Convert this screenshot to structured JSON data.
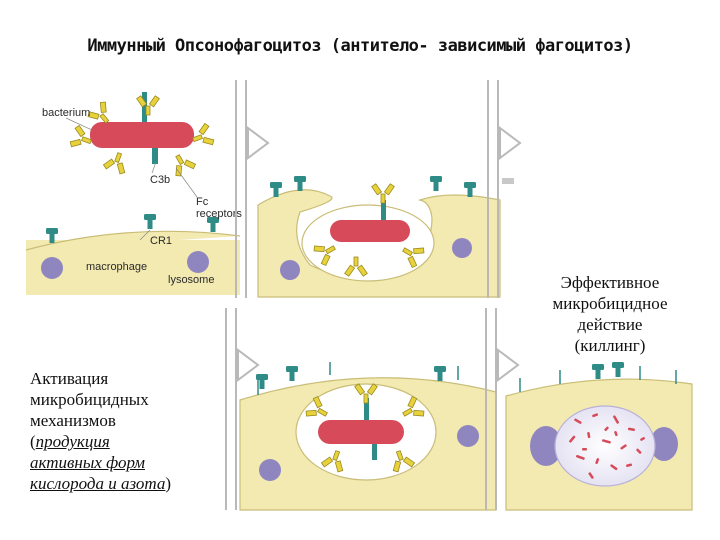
{
  "title": "Иммунный Опсонофагоцитоз (антитело- зависимый фагоцитоз)",
  "labels": {
    "bacterium": "bacterium",
    "c3b": "C3b",
    "fc_receptors_1": "Fc",
    "fc_receptors_2": "receptors",
    "cr1": "CR1",
    "macrophage": "macrophage",
    "lysosome": "lysosome"
  },
  "caption_right": [
    "Эффективное",
    "микробицидное",
    "действие",
    "(киллинг)"
  ],
  "caption_left": {
    "lines": [
      "Активация",
      "микробицидных",
      "механизмов"
    ],
    "paren_open": "(",
    "italic_lines": [
      "продукция",
      "активных форм",
      "кислорода и азота"
    ],
    "paren_close": ")"
  },
  "colors": {
    "cell": "#f3eab2",
    "cell_edge": "#c9bd77",
    "bacterium": "#d64a5a",
    "antibody": "#e8d23c",
    "receptor": "#2e8b86",
    "lysosome": "#8f86c0",
    "arrow": "#b9b9b9"
  }
}
